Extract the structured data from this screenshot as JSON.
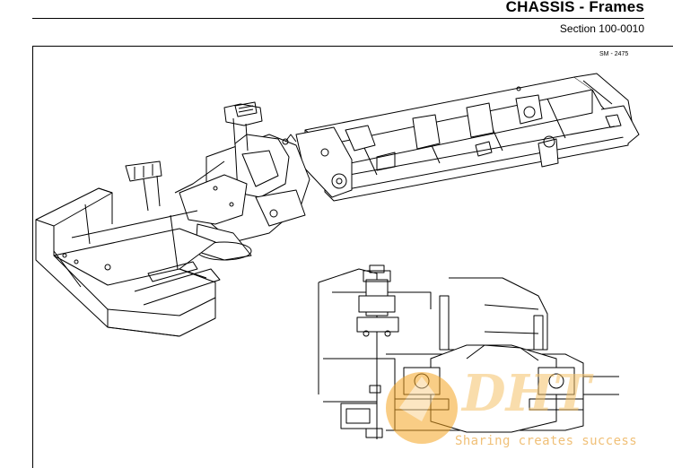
{
  "header": {
    "title": "CHASSIS - Frames",
    "section": "Section 100-0010"
  },
  "figure": {
    "reference": "SM - 2475"
  },
  "watermark": {
    "logo_text": "DHT",
    "tagline": "Sharing creates success"
  }
}
